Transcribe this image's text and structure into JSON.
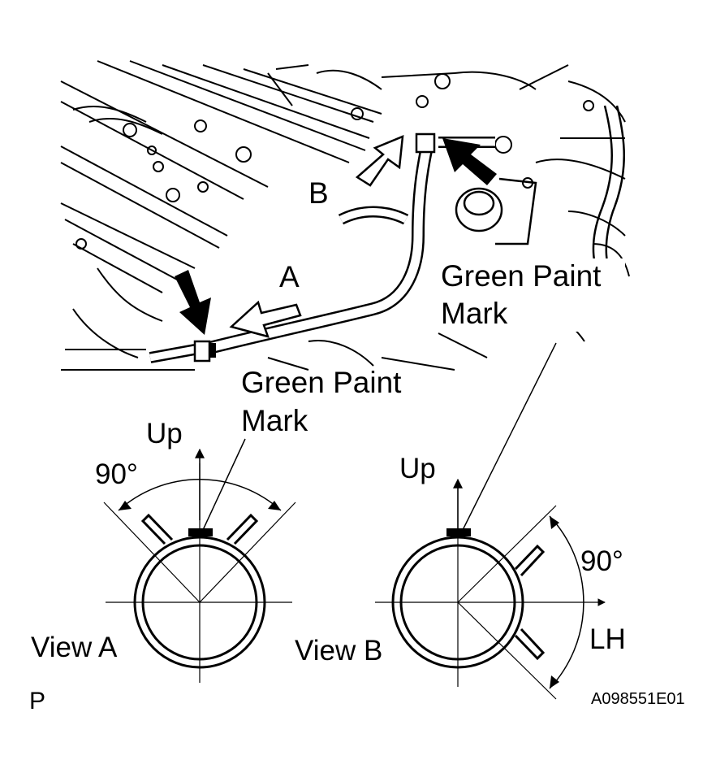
{
  "engine_view": {
    "label_a": "A",
    "label_b": "B",
    "green_mark_right": [
      "Green Paint",
      "Mark"
    ],
    "green_mark_left": [
      "Green Paint",
      "Mark"
    ]
  },
  "view_a": {
    "title": "View A",
    "up_label": "Up",
    "angle_label": "90°"
  },
  "view_b": {
    "title": "View B",
    "up_label": "Up",
    "angle_label": "90°",
    "side_label": "LH"
  },
  "footer": {
    "section_letter": "P",
    "figure_code": "A098551E01"
  },
  "colors": {
    "ink": "#000000",
    "paper": "#ffffff"
  }
}
